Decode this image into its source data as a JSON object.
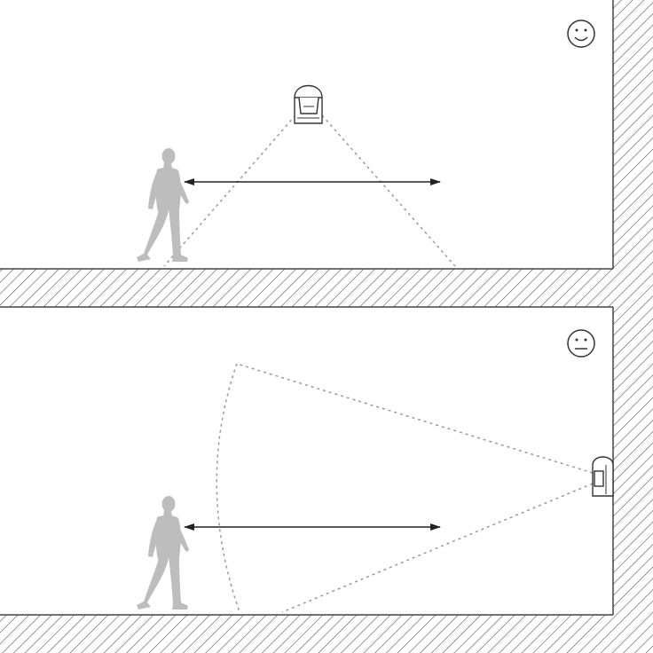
{
  "panels": [
    {
      "id": "top",
      "sensor_mount": "ceiling",
      "mood": "happy",
      "mood_icon": "smiley-happy-icon",
      "motion_direction": "horizontal-both-ways"
    },
    {
      "id": "bottom",
      "sensor_mount": "wall",
      "mood": "neutral",
      "mood_icon": "smiley-neutral-icon",
      "motion_direction": "horizontal-both-ways"
    }
  ],
  "colors": {
    "background": "#ffffff",
    "line": "#444444",
    "hatch": "#555555",
    "person": "#bdbdbd",
    "detection_zone": "#999999",
    "arrow": "#222222",
    "sensor": "#333333"
  }
}
